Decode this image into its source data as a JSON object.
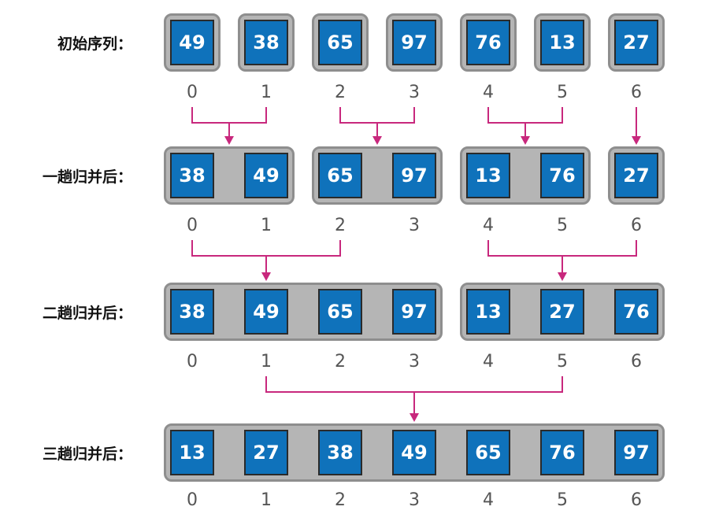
{
  "rows": [
    {
      "label": "初始序列：",
      "values": [
        "49",
        "38",
        "65",
        "97",
        "76",
        "13",
        "27"
      ],
      "groups": [
        [
          0,
          0
        ],
        [
          1,
          1
        ],
        [
          2,
          2
        ],
        [
          3,
          3
        ],
        [
          4,
          4
        ],
        [
          5,
          5
        ],
        [
          6,
          6
        ]
      ]
    },
    {
      "label": "一趟归并后：",
      "values": [
        "38",
        "49",
        "65",
        "97",
        "13",
        "76",
        "27"
      ],
      "groups": [
        [
          0,
          1
        ],
        [
          2,
          3
        ],
        [
          4,
          5
        ],
        [
          6,
          6
        ]
      ]
    },
    {
      "label": "二趟归并后：",
      "values": [
        "38",
        "49",
        "65",
        "97",
        "13",
        "27",
        "76"
      ],
      "groups": [
        [
          0,
          3
        ],
        [
          4,
          6
        ]
      ]
    },
    {
      "label": "三趟归并后：",
      "values": [
        "13",
        "27",
        "38",
        "49",
        "65",
        "76",
        "97"
      ],
      "groups": [
        [
          0,
          6
        ]
      ]
    }
  ],
  "indices": [
    "0",
    "1",
    "2",
    "3",
    "4",
    "5",
    "6"
  ],
  "merges": [
    {
      "from_row": 0,
      "pairs": [
        [
          0,
          1
        ],
        [
          2,
          3
        ],
        [
          4,
          5
        ],
        [
          6
        ]
      ]
    },
    {
      "from_row": 1,
      "pairs": [
        [
          0,
          2
        ],
        [
          4,
          6
        ]
      ]
    },
    {
      "from_row": 2,
      "pairs": [
        [
          1,
          5
        ]
      ]
    }
  ],
  "colors": {
    "cell_fill": "#0f72bb",
    "cell_border": "#2a2a2a",
    "group_fill": "#b5b5b5",
    "group_border": "#8e8e8e",
    "arrow": "#c8287d",
    "index_text": "#555555"
  }
}
